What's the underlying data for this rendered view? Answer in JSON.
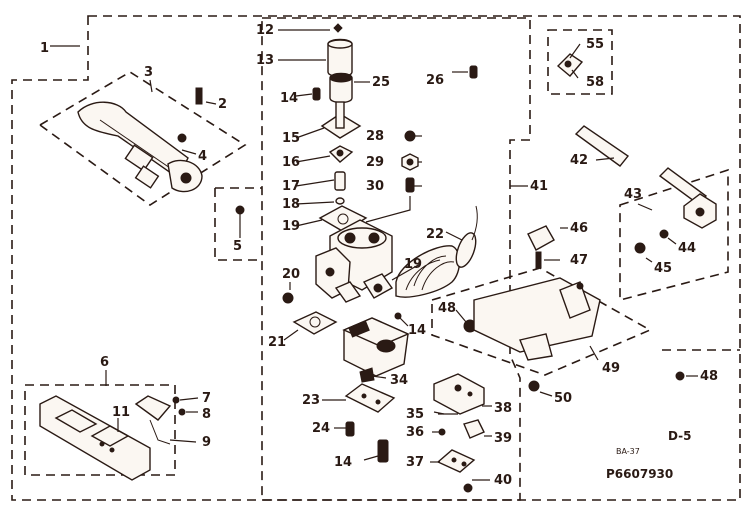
{
  "diagram": {
    "page_code": "D-5",
    "small_code": "BA-37",
    "part_number": "P6607930",
    "callouts": [
      "1",
      "2",
      "3",
      "4",
      "5",
      "6",
      "7",
      "8",
      "9",
      "11",
      "12",
      "13",
      "14",
      "15",
      "16",
      "17",
      "18",
      "19",
      "19",
      "20",
      "21",
      "22",
      "23",
      "24",
      "25",
      "26",
      "28",
      "29",
      "30",
      "34",
      "35",
      "36",
      "37",
      "38",
      "39",
      "40",
      "41",
      "42",
      "43",
      "44",
      "45",
      "46",
      "47",
      "48",
      "48",
      "49",
      "50",
      "55",
      "58",
      "14",
      "14"
    ]
  }
}
